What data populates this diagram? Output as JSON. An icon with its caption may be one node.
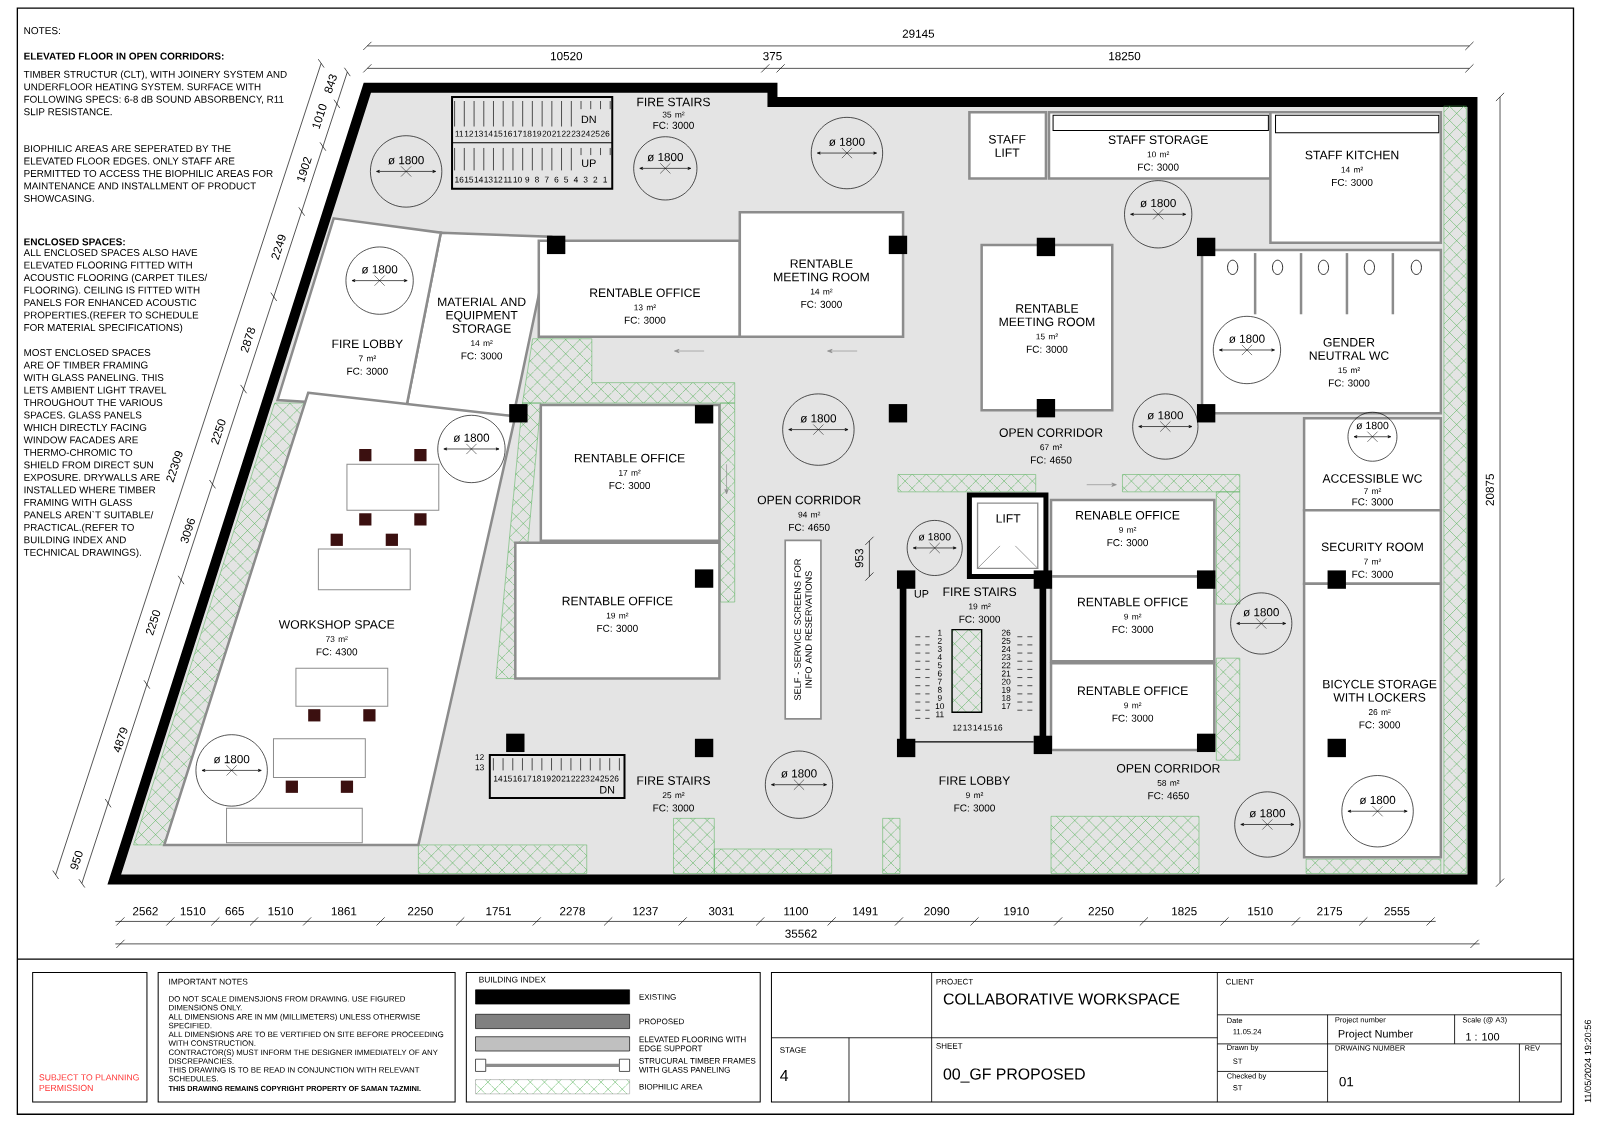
{
  "diagram": {
    "nodes": [
      {
        "text": [
          "FIRE STAIRS",
          "35 m²",
          "FC: 3000"
        ]
      },
      {
        "text": [
          "STAFF LIFT"
        ]
      },
      {
        "text": [
          "STAFF STORAGE",
          "10 m²",
          "FC: 3000"
        ]
      },
      {
        "text": [
          "STAFF KITCHEN",
          "14 m²",
          "FC: 3000"
        ]
      },
      {
        "text": [
          "MATERIAL AND EQUIPMENT STORAGE",
          "14 m²",
          "FC: 3000"
        ]
      },
      {
        "text": [
          "RENTABLE OFFICE",
          "13 m²",
          "FC: 3000"
        ]
      },
      {
        "text": [
          "RENTABLE MEETING ROOM",
          "14 m²",
          "FC: 3000"
        ]
      },
      {
        "text": [
          "RENTABLE MEETING ROOM",
          "15 m²",
          "FC: 3000"
        ]
      },
      {
        "text": [
          "FIRE LOBBY",
          "7 m²",
          "FC: 3000"
        ]
      },
      {
        "text": [
          "GENDER NEUTRAL WC",
          "15 m²",
          "FC: 3000"
        ]
      },
      {
        "text": [
          "OPEN CORRIDOR",
          "67 m²",
          "FC: 4650"
        ]
      },
      {
        "text": [
          "ACCESSIBLE WC",
          "7 m²",
          "FC: 3000"
        ]
      },
      {
        "text": [
          "RENTABLE OFFICE",
          "17 m²",
          "FC: 3000"
        ]
      },
      {
        "text": [
          "OPEN CORRIDOR",
          "94 m²",
          "FC: 4650"
        ]
      },
      {
        "text": [
          "LIFT"
        ]
      },
      {
        "text": [
          "RENABLE OFFICE",
          "9 m²",
          "FC: 3000"
        ]
      },
      {
        "text": [
          "SECURITY ROOM",
          "7 m²",
          "FC: 3000"
        ]
      },
      {
        "text": [
          "SELF - SERVICE SCREENS FOR INFO AND RESERVATIONS"
        ]
      },
      {
        "text": [
          "FIRE STAIRS",
          "19 m²",
          "FC: 3000"
        ]
      },
      {
        "text": [
          "RENTABLE OFFICE",
          "9 m²",
          "FC: 3000"
        ]
      },
      {
        "text": [
          "RENTABLE OFFICE",
          "19 m²",
          "FC: 3000"
        ]
      },
      {
        "text": [
          "WORKSHOP SPACE",
          "73 m²",
          "FC: 4300"
        ]
      },
      {
        "text": [
          "RENTABLE OFFICE",
          "9 m²",
          "FC: 3000"
        ]
      },
      {
        "text": [
          "BICYCLE STORAGE WITH LOCKERS",
          "26 m²",
          "FC: 3000"
        ]
      },
      {
        "text": [
          "OPEN CORRIDOR",
          "58 m²",
          "FC: 4650"
        ]
      },
      {
        "text": [
          "FIRE LOBBY",
          "9 m²",
          "FC: 3000"
        ]
      },
      {
        "text": [
          "FIRE STAIRS",
          "25 m²",
          "FC: 3000"
        ]
      }
    ],
    "labels": [
      "NOTES:",
      "ELEVATED FLOOR IN OPEN CORRIDORS:",
      "TIMBER STRUCTUR (CLT), WITH JOINERY SYSTEM AND UNDERFLOOR HEATING SYSTEM. SURFACE WITH FOLLOWING SPECS: 6-8 dB SOUND ABSORBENCY, R11 SLIP RESISTANCE.",
      "BIOPHILIC AREAS ARE SEPERATED BY THE ELEVATED FLOOR EDGES. ONLY STAFF ARE PERMITTED TO ACCESS THE BIOPHILIC AREAS FOR MAINTENANCE AND INSTALLMENT OF PRODUCT SHOWCASING.",
      "ENCLOSED SPACES:",
      "ALL ENCLOSED SPACES ALSO HAVE ELEVATED FLOORING FITTED WITH ACOUSTIC FLOORING (CARPET TILES/ FLOORING). CEILING IS FITTED WITH PANELS FOR ENHANCED ACOUSTIC PROPERTIES.(REFER TO SCHEDULE FOR MATERIAL SPECIFICATIONS)",
      "MOST ENCLOSED SPACES ARE OF TIMBER FRAMING WITH GLASS PANELING. THIS LETS AMBIENT LIGHT TRAVEL THROUGHOUT THE VARIOUS SPACES. GLASS PANELS WHICH DIRECTLY FACING WINDOW FACADES ARE THERMO-CHROMIC TO SHIELD FROM DIRECT SUN EXPOSURE. DRYWALLS ARE INSTALLED WHERE TIMBER FRAMING WITH GLASS PANELS AREN`T SUITABLE/ PRACTICAL.(REFER TO BUILDING INDEX AND TECHNICAL DRAWINGS).",
      "29145",
      "10520",
      "375",
      "18250",
      "843",
      "1010",
      "1902",
      "2249",
      "2878",
      "2250",
      "22309",
      "3096",
      "2250",
      "4879",
      "950",
      "11",
      "12",
      "13",
      "14",
      "15",
      "16",
      "17",
      "18",
      "19",
      "20",
      "21",
      "22",
      "23",
      "24",
      "25",
      "26",
      "16",
      "15",
      "14",
      "13",
      "12",
      "11",
      "10",
      "9",
      "8",
      "7",
      "6",
      "5",
      "4",
      "3",
      "2",
      "1",
      "DN",
      "UP",
      "12",
      "13",
      "14",
      "15",
      "16",
      "17",
      "18",
      "19",
      "20",
      "21",
      "22",
      "23",
      "24",
      "25",
      "26",
      "DN",
      "UP",
      "1",
      "2",
      "3",
      "4",
      "5",
      "6",
      "7",
      "8",
      "9",
      "10",
      "11",
      "26",
      "25",
      "24",
      "23",
      "22",
      "21",
      "20",
      "19",
      "18",
      "17",
      "12",
      "13",
      "14",
      "15",
      "16",
      "ø 1800",
      "ø 1800",
      "ø 1800",
      "ø 1800",
      "ø 1800",
      "ø 1800",
      "ø 1800",
      "ø 1800",
      "ø 1800",
      "ø 1800",
      "ø 1800",
      "ø 1800",
      "ø 1800",
      "ø 1800",
      "ø 1800",
      "ø 1800",
      "953",
      "20875",
      "2562",
      "1510",
      "665",
      "1510",
      "1861",
      "2250",
      "1751",
      "2278",
      "1237",
      "3031",
      "1100",
      "1491",
      "2090",
      "1910",
      "2250",
      "1825",
      "1510",
      "2175",
      "2555",
      "35562",
      "SUBJECT TO PLANNING PERMISSION",
      "IMPORTANT NOTES",
      "DO NOT SCALE DIMENSJIONS FROM DRAWING. USE FIGURED DIMENSIONS ONLY.",
      "ALL DIMENSIONS ARE IN MM (MILLIMETERS) UNLESS OTHERWISE SPECIFIED.",
      "ALL DIMENSIONS ARE TO BE VERTIFIED ON SITE BEFORE PROCEEDING WITH CONSTRUCTION.",
      "CONTRACTOR(S) MUST INFORM THE DESIGNER IMMEDIATELY OF ANY DISCREPANCIES.",
      "THIS DRAWING IS TO BE READ IN CONJUNCTION WITH RELEVANT SCHEDULES.",
      "THIS DRAWING REMAINS COPYRIGHT PROPERTY OF SAMAN TAZMINI.",
      "BUILDING INDEX",
      "STAGE",
      "4",
      "PROJECT",
      "COLLABORATIVE WORKSPACE",
      "SHEET",
      "00_GF PROPOSED",
      "CLIENT",
      "Date",
      "11.05.24",
      "Project number",
      "Project Number",
      "Scale (@ A3)",
      "1 : 100",
      "Drawn by",
      "ST",
      "DRWAING NUMBER",
      "REV",
      "Checked by",
      "ST",
      "01",
      "11/05/2024 19:20:56"
    ],
    "legend": [
      {
        "text": "EXISTING",
        "color": "#000000"
      },
      {
        "text": "PROPOSED",
        "color": "#808080"
      },
      {
        "text": "ELEVATED FLOORING WITH EDGE SUPPORT",
        "color": "#c0c0c0"
      },
      {
        "text": "STRUCURAL TIMBER FRAMES WITH GLASS PANELING"
      },
      {
        "text": "BIOPHILIC AREA"
      }
    ]
  }
}
